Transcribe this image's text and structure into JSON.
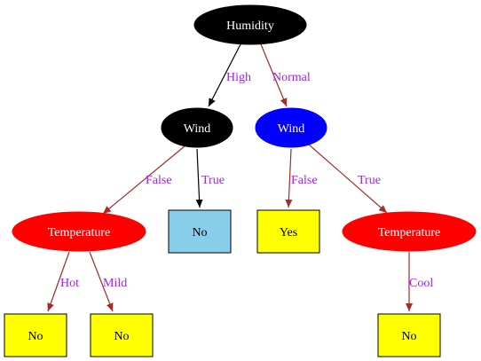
{
  "colors": {
    "black": "#000000",
    "blue": "#0000ff",
    "red": "#ff0000",
    "yellow": "#ffff00",
    "skyblue": "#87ceeb",
    "edge_red": "#a52a2a",
    "edge_label": "#a020f0",
    "white": "#ffffff"
  },
  "nodes": {
    "humidity": {
      "label": "Humidity",
      "shape": "ellipse",
      "fill": "black",
      "font_color": "white"
    },
    "wind_high": {
      "label": "Wind",
      "shape": "ellipse",
      "fill": "black",
      "font_color": "white"
    },
    "wind_normal": {
      "label": "Wind",
      "shape": "ellipse",
      "fill": "blue",
      "font_color": "white"
    },
    "temperature_left": {
      "label": "Temperature",
      "shape": "ellipse",
      "fill": "red",
      "font_color": "white"
    },
    "no_skyblue": {
      "label": "No",
      "shape": "box",
      "fill": "skyblue",
      "font_color": "black"
    },
    "yes_box": {
      "label": "Yes",
      "shape": "box",
      "fill": "yellow",
      "font_color": "black"
    },
    "temperature_right": {
      "label": "Temperature",
      "shape": "ellipse",
      "fill": "red",
      "font_color": "white"
    },
    "no_hot": {
      "label": "No",
      "shape": "box",
      "fill": "yellow",
      "font_color": "black"
    },
    "no_mild": {
      "label": "No",
      "shape": "box",
      "fill": "yellow",
      "font_color": "black"
    },
    "no_cool": {
      "label": "No",
      "shape": "box",
      "fill": "yellow",
      "font_color": "black"
    }
  },
  "edges": {
    "e_high": {
      "from": "humidity",
      "to": "wind_high",
      "label": "High",
      "color": "black"
    },
    "e_normal": {
      "from": "humidity",
      "to": "wind_normal",
      "label": "Normal",
      "color": "edge_red"
    },
    "e_false_left": {
      "from": "wind_high",
      "to": "temperature_left",
      "label": "False",
      "color": "edge_red"
    },
    "e_true_left": {
      "from": "wind_high",
      "to": "no_skyblue",
      "label": "True",
      "color": "black"
    },
    "e_false_right": {
      "from": "wind_normal",
      "to": "yes_box",
      "label": "False",
      "color": "edge_red"
    },
    "e_true_right": {
      "from": "wind_normal",
      "to": "temperature_right",
      "label": "True",
      "color": "edge_red"
    },
    "e_hot": {
      "from": "temperature_left",
      "to": "no_hot",
      "label": "Hot",
      "color": "edge_red"
    },
    "e_mild": {
      "from": "temperature_left",
      "to": "no_mild",
      "label": "Mild",
      "color": "edge_red"
    },
    "e_cool": {
      "from": "temperature_right",
      "to": "no_cool",
      "label": "Cool",
      "color": "edge_red"
    }
  }
}
